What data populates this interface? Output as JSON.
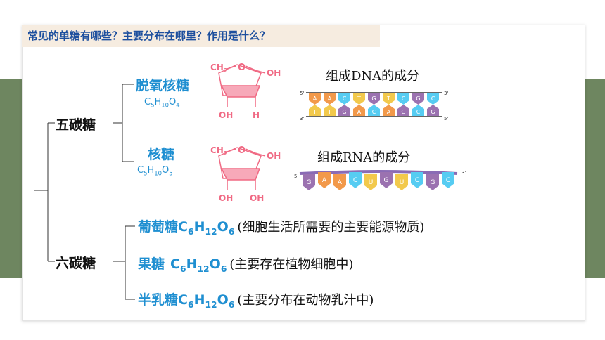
{
  "question": "常见的单糖有哪些？主要分布在哪里？作用是什么？",
  "pentose": {
    "label": "五碳糖",
    "deoxyribose": {
      "name": "脱氧核糖",
      "formula": {
        "c": "C",
        "c_n": "5",
        "h": "H",
        "h_n": "10",
        "o": "O",
        "o_n": "4"
      },
      "structure": {
        "ch2": "CH",
        "ch2_n": "2",
        "oh_top": "OH",
        "o_ring": "O",
        "oh_bottom": "OH",
        "h_bottom": "H"
      },
      "role": "组成DNA的成分",
      "dna": {
        "top_bases": [
          "A",
          "A",
          "C",
          "T",
          "G",
          "T",
          "C",
          "G",
          "C"
        ],
        "bottom_bases": [
          "T",
          "T",
          "G",
          "A",
          "C",
          "A",
          "G",
          "C",
          "G"
        ],
        "end_tl": "5'",
        "end_tr": "3'",
        "end_bl": "3'",
        "end_br": "5'"
      }
    },
    "ribose": {
      "name": "核糖",
      "formula": {
        "c": "C",
        "c_n": "5",
        "h": "H",
        "h_n": "10",
        "o": "O",
        "o_n": "5"
      },
      "structure": {
        "ch2": "CH",
        "ch2_n": "2",
        "oh_top": "OH",
        "o_ring": "O",
        "oh_bottom_left": "OH",
        "oh_bottom_right": "OH"
      },
      "role": "组成RNA的成分",
      "rna": {
        "bases": [
          "G",
          "A",
          "A",
          "C",
          "U",
          "G",
          "U",
          "C",
          "G",
          "C"
        ],
        "end_l": "5'",
        "end_r": "3'"
      }
    }
  },
  "hexose": {
    "label": "六碳糖",
    "items": [
      {
        "name": "葡萄糖",
        "formula": {
          "c": "C",
          "c_n": "6",
          "h": "H",
          "h_n": "12",
          "o": "O",
          "o_n": "6"
        },
        "desc": "(细胞生活所需要的主要能源物质)"
      },
      {
        "name": "果糖",
        "formula": {
          "c": "C",
          "c_n": "6",
          "h": "H",
          "h_n": "12",
          "o": "O",
          "o_n": "6"
        },
        "desc": "(主要存在植物细胞中)"
      },
      {
        "name": "半乳糖",
        "formula": {
          "c": "C",
          "c_n": "6",
          "h": "H",
          "h_n": "12",
          "o": "O",
          "o_n": "6"
        },
        "desc": "(主要分布在动物乳汁中)"
      }
    ]
  },
  "colors": {
    "header_text": "#1d4f9e",
    "header_bg": "#f6ece0",
    "band": "#6e8660",
    "accent_blue": "#1f8fd1",
    "ring": "#f06a84",
    "ring_fill": "#f7a9b9",
    "A": "#f2994a",
    "T": "#f2c94c",
    "C": "#56ccf2",
    "G": "#9b72b0",
    "U": "#f2c94c"
  }
}
